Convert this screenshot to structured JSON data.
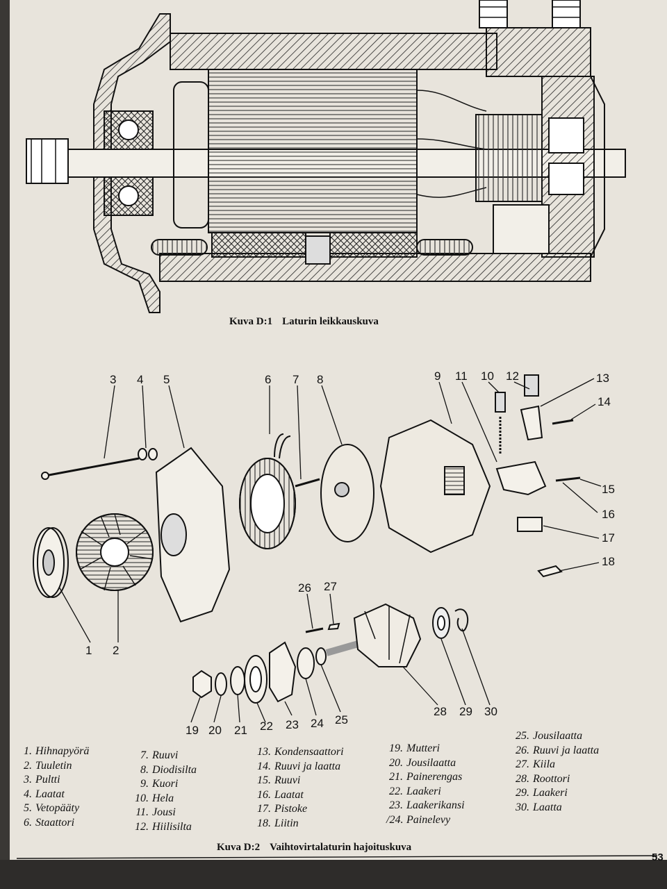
{
  "figure1": {
    "label": "Kuva D:1",
    "title": "Laturin leikkauskuva"
  },
  "figure2": {
    "label": "Kuva D:2",
    "title": "Vaihtovirtalaturin hajoituskuva"
  },
  "part_numbers": [
    "1",
    "2",
    "3",
    "4",
    "5",
    "6",
    "7",
    "8",
    "9",
    "10",
    "11",
    "12",
    "13",
    "14",
    "15",
    "16",
    "17",
    "18",
    "19",
    "20",
    "21",
    "22",
    "23",
    "24",
    "25",
    "26",
    "27",
    "28",
    "29",
    "30"
  ],
  "legend": {
    "col1": [
      {
        "n": "1.",
        "t": "Hihnapyörä"
      },
      {
        "n": "2.",
        "t": "Tuuletin"
      },
      {
        "n": "3.",
        "t": "Pultti"
      },
      {
        "n": "4.",
        "t": "Laatat"
      },
      {
        "n": "5.",
        "t": "Vetopääty"
      },
      {
        "n": "6.",
        "t": "Staattori"
      }
    ],
    "col2": [
      {
        "n": "7.",
        "t": "Ruuvi"
      },
      {
        "n": "8.",
        "t": "Diodisilta"
      },
      {
        "n": "9.",
        "t": "Kuori"
      },
      {
        "n": "10.",
        "t": "Hela"
      },
      {
        "n": "11.",
        "t": "Jousi"
      },
      {
        "n": "12.",
        "t": "Hiilisilta"
      }
    ],
    "col3": [
      {
        "n": "13.",
        "t": "Kondensaattori"
      },
      {
        "n": "14.",
        "t": "Ruuvi ja laatta"
      },
      {
        "n": "15.",
        "t": "Ruuvi"
      },
      {
        "n": "16.",
        "t": "Laatat"
      },
      {
        "n": "17.",
        "t": "Pistoke"
      },
      {
        "n": "18.",
        "t": "Liitin"
      }
    ],
    "col4": [
      {
        "n": "19.",
        "t": "Mutteri"
      },
      {
        "n": "20.",
        "t": "Jousilaatta"
      },
      {
        "n": "21.",
        "t": "Painerengas"
      },
      {
        "n": "22.",
        "t": "Laakeri"
      },
      {
        "n": "23.",
        "t": "Laakerikansi"
      },
      {
        "n": "/24.",
        "t": "Painelevy"
      }
    ],
    "col5": [
      {
        "n": "25.",
        "t": "Jousilaatta"
      },
      {
        "n": "26.",
        "t": "Ruuvi ja laatta"
      },
      {
        "n": "27.",
        "t": "Kiila"
      },
      {
        "n": "28.",
        "t": "Roottori"
      },
      {
        "n": "29.",
        "t": "Laakeri"
      },
      {
        "n": "30.",
        "t": "Laatta"
      }
    ]
  },
  "page_number": "53",
  "colors": {
    "paper": "#e8e4dc",
    "ink": "#111111",
    "hatch": "#2a2a2a",
    "background": "#3a3835"
  }
}
